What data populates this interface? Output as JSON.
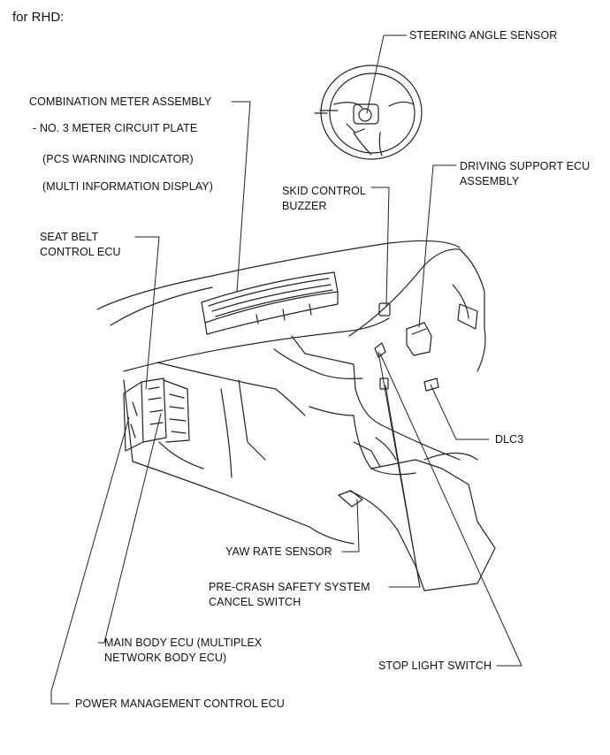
{
  "header": "for RHD:",
  "labels": {
    "steering_angle_sensor": "STEERING ANGLE SENSOR",
    "combination_meter": "COMBINATION METER ASSEMBLY",
    "meter_circuit_plate": "- NO. 3 METER CIRCUIT PLATE",
    "pcs_warning": "(PCS WARNING INDICATOR)",
    "multi_info": "(MULTI INFORMATION DISPLAY)",
    "driving_support_1": "DRIVING SUPPORT ECU",
    "driving_support_2": "ASSEMBLY",
    "skid_control_1": "SKID CONTROL",
    "skid_control_2": "BUZZER",
    "seat_belt_1": "SEAT BELT",
    "seat_belt_2": "CONTROL ECU",
    "dlc3": "DLC3",
    "yaw_rate": "YAW RATE SENSOR",
    "pre_crash_1": "PRE-CRASH SAFETY SYSTEM",
    "pre_crash_2": "CANCEL SWITCH",
    "main_body_1": "MAIN BODY ECU (MULTIPLEX",
    "main_body_2": "NETWORK BODY ECU)",
    "stop_light": "STOP LIGHT SWITCH",
    "power_mgmt": "POWER MANAGEMENT CONTROL ECU"
  }
}
